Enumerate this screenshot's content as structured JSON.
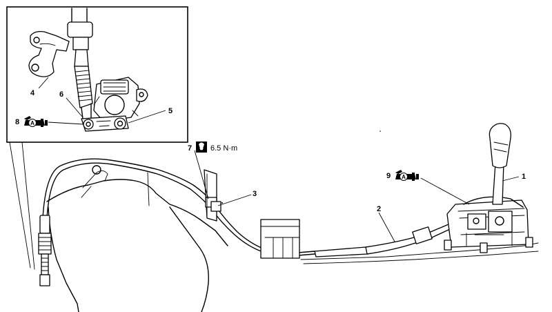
{
  "callouts": {
    "c1": "1",
    "c2": "2",
    "c3": "3",
    "c4": "4",
    "c5": "5",
    "c6": "6",
    "c7": "7",
    "c8": "8",
    "c9": "9"
  },
  "torque": {
    "c7_value": "6.5 N·m"
  },
  "icons": {
    "torque": "torque-wrench-icon",
    "adhesive_a": "adhesive-a-icon"
  },
  "icon_text": {
    "adhesive": "A"
  }
}
